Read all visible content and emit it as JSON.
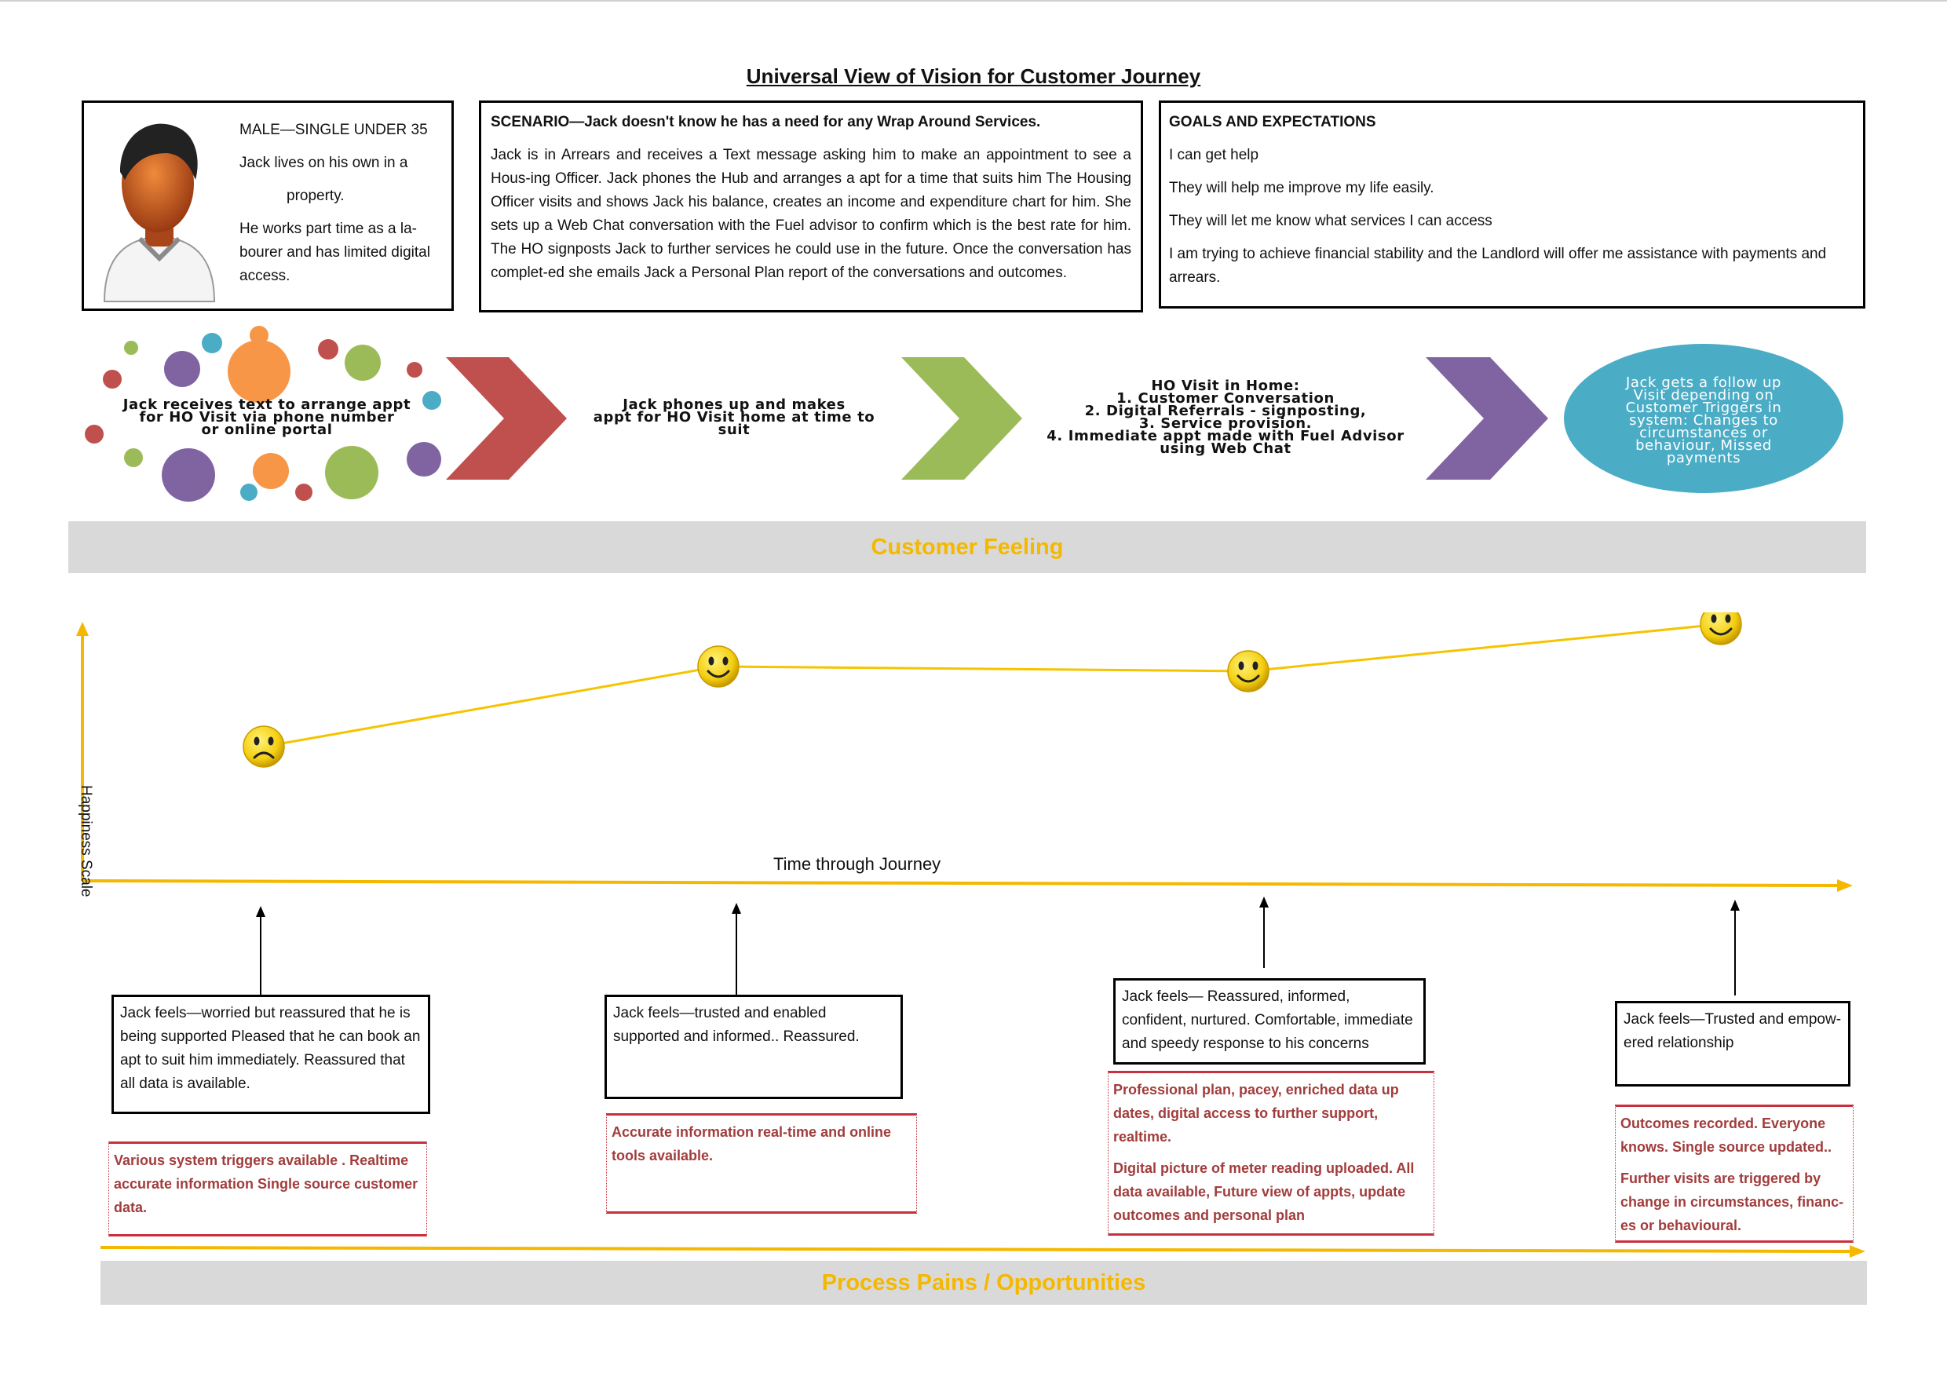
{
  "title": "Universal View of Vision for Customer Journey",
  "persona": {
    "line1": "MALE—SINGLE  UNDER 35",
    "line2": "Jack lives on his own in a",
    "line3": "property.",
    "line4": "He works part time as a la-bourer and has limited digital access."
  },
  "scenario": {
    "title": "SCENARIO—Jack doesn't know he has a need for any Wrap Around Services.",
    "body": "Jack is in Arrears and receives a Text message asking him to make an appointment to see a Hous-ing Officer.  Jack phones the Hub and arranges a apt for a time that suits him The Housing Officer visits and shows Jack his balance, creates an income and expenditure chart for him. She sets up a Web Chat  conversation with the Fuel advisor to confirm which is the best rate for him.  The HO signposts Jack to further services he could use in the future. Once the conversation has complet-ed she emails Jack a Personal Plan  report of the conversations and outcomes."
  },
  "goals": {
    "title": "GOALS AND EXPECTATIONS",
    "items": [
      "I can get help",
      "They will help me improve my life easily.",
      "They will let me know what services I can access",
      "I am trying to achieve financial stability and the Landlord will offer me assistance with payments and arrears."
    ]
  },
  "stages": {
    "s1": [
      "Jack receives text  to arrange appt",
      "for HO Visit via          phone number",
      "or online portal"
    ],
    "s2": [
      "Jack phones up              and makes",
      "appt for HO Visit home at time to",
      "suit"
    ],
    "s3": [
      "HO Visit in Home:",
      "1. Customer Conversation",
      "2. Digital Referrals - signposting,",
      "3. Service provision.",
      "4. Immediate appt made with  Fuel Advisor",
      "using Web Chat"
    ],
    "s4": [
      "Jack gets a follow up",
      "Visit depending on",
      "Customer Triggers in",
      "system: Changes to",
      "circumstances or",
      "behaviour, Missed",
      "payments"
    ]
  },
  "feeling_band": "Customer Feeling",
  "pains_band": "Process Pains / Opportunities",
  "chart": {
    "y_label": "Happiness Scale",
    "x_label": "Time through Journey"
  },
  "chart_data": {
    "type": "line",
    "title": "",
    "xlabel": "Time through Journey",
    "ylabel": "Happiness Scale",
    "x": [
      1,
      2,
      3,
      4
    ],
    "series": [
      {
        "values": [
          1,
          2.7,
          2.6,
          3.6
        ]
      }
    ],
    "markers": [
      "sad-face",
      "smiley-face",
      "smiley-face",
      "smiley-face"
    ],
    "ylim": [
      0,
      5
    ],
    "grid": false
  },
  "feelings": [
    "Jack feels—worried but reassured that he is being supported Pleased that he can book an apt to suit him immediately. Reassured that all data is available.",
    "Jack feels—trusted and enabled supported and informed.. Reassured.",
    "Jack feels— Reassured, informed, confident, nurtured. Comfortable, immediate and speedy response to his concerns",
    "Jack feels—Trusted and empow-ered relationship"
  ],
  "opportunities": [
    [
      "Various system triggers available . Realtime accurate information Single source customer data."
    ],
    [
      "Accurate information real-time and online tools available."
    ],
    [
      "Professional plan, pacey, enriched data up dates, digital access to further support, realtime.",
      "Digital picture of meter reading uploaded. All data available, Future view of appts, update outcomes and personal plan"
    ],
    [
      "Outcomes recorded. Everyone knows. Single source updated..",
      "Further visits are triggered by change in circumstances, financ-es or behavioural."
    ]
  ],
  "colors": {
    "accent_yellow": "#f5b800",
    "chevron_red": "#c0504d",
    "chevron_green": "#9bbb59",
    "chevron_purple": "#8064a2",
    "circle_blue": "#4bacc6",
    "opportunity_red": "#a23c3c"
  }
}
